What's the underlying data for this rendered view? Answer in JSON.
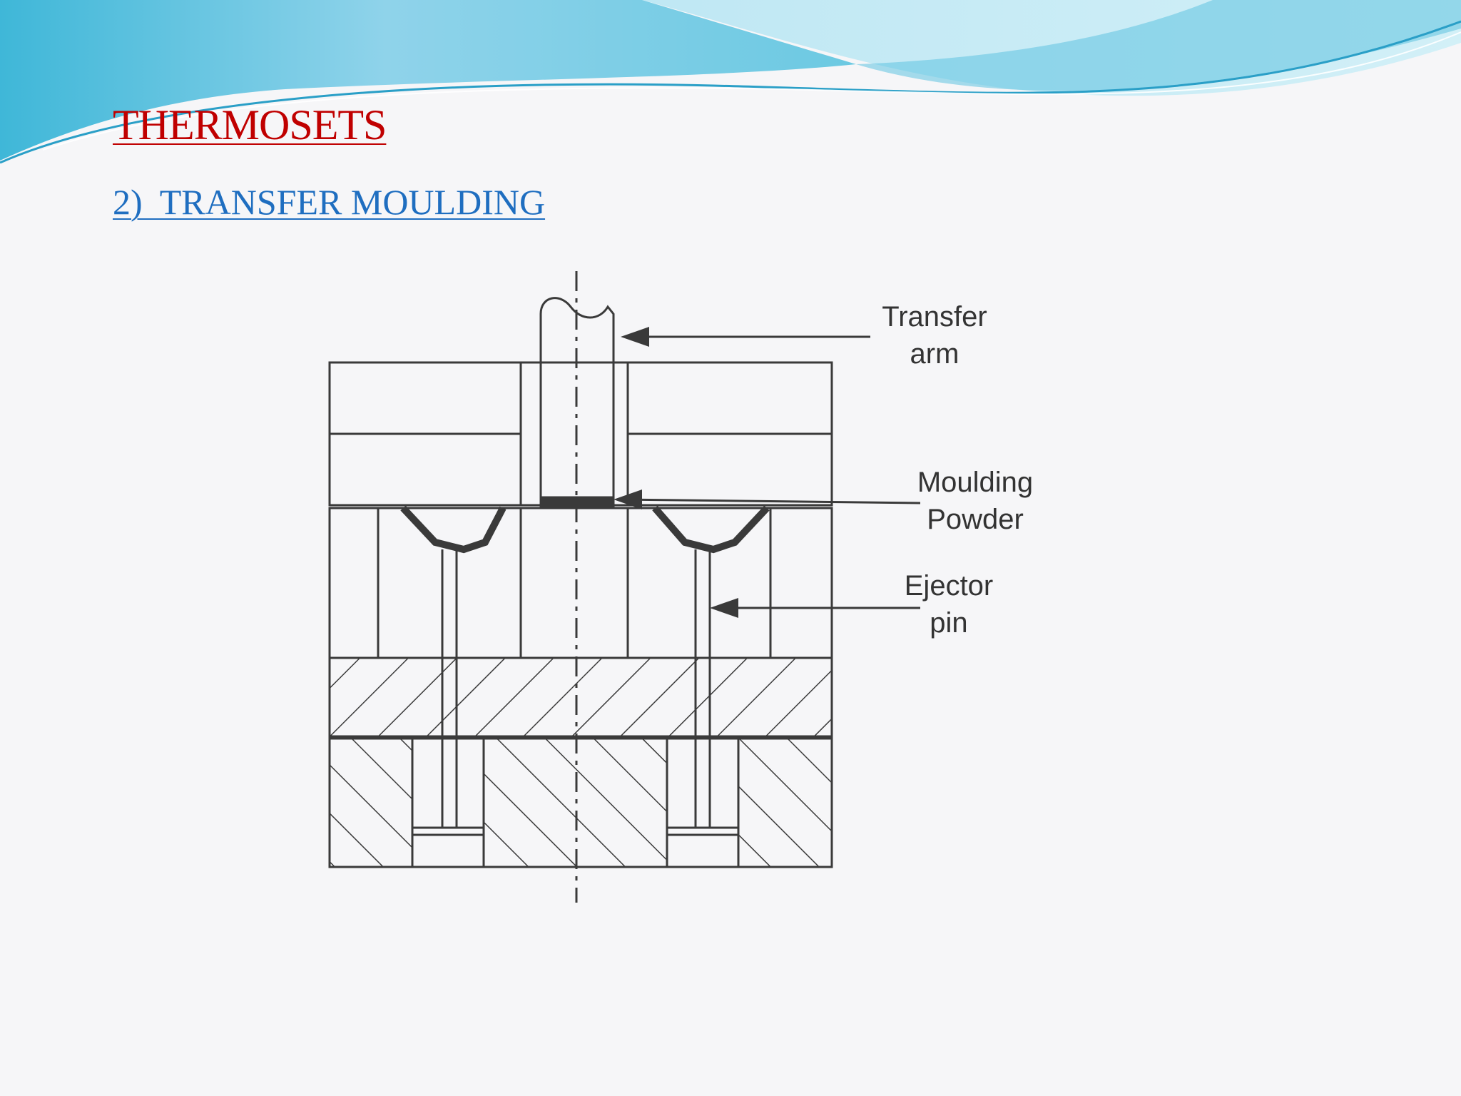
{
  "slide": {
    "title": "THERMOSETS",
    "subtitle": "2)  TRANSFER MOULDING"
  },
  "diagram": {
    "labels": {
      "transfer_arm": [
        "Transfer",
        "arm"
      ],
      "moulding_powder": [
        "Moulding",
        "Powder"
      ],
      "ejector_pin": [
        "Ejector",
        "pin"
      ]
    }
  },
  "colors": {
    "title": "#c00000",
    "subtitle": "#1f6ec0",
    "header_wave": "#4fb3d6",
    "line": "#3a3a3a"
  }
}
